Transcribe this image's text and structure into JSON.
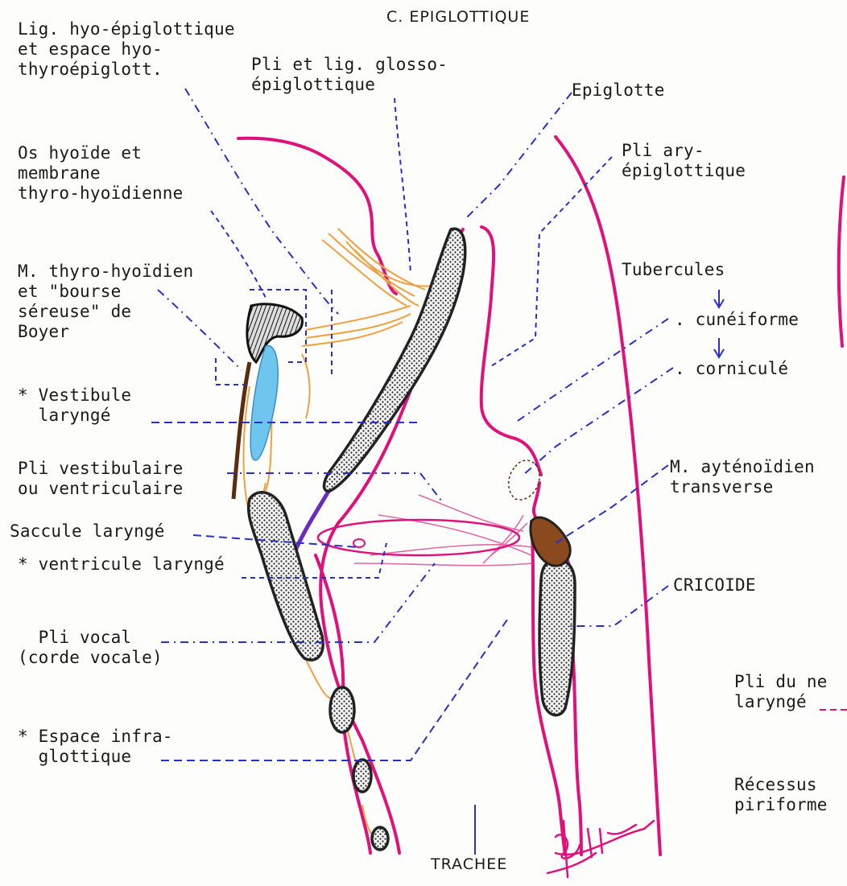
{
  "title": "C. EPIGLOTTIQUE",
  "labels": {
    "lig_hyo_epiglottique": "Lig. hyo-épiglottique\net espace hyo-\nthyroépiglott.",
    "pli_glosso": "Pli et lig. glosso-\népiglottique",
    "epiglotte": "Epiglotte",
    "os_hyoide": "Os hyoïde et\nmembrane\nthyro-hyoïdienne",
    "pli_ary": "Pli ary-\népiglottique",
    "m_thyro_hyoidien": "M. thyro-hyoïdien\net \"bourse\nséreuse\" de\nBoyer",
    "tubercules": "Tubercules",
    "cuneiforme": ". cunéiforme",
    "cornicule": ". corniculé",
    "vestibule": "* Vestibule\n  laryngé",
    "pli_vestibulaire": "Pli vestibulaire\nou ventriculaire",
    "m_aytenoidien": "M. ayténoïdien\ntransverse",
    "saccule": "Saccule laryngé",
    "ventricule": "* ventricule laryngé",
    "cricoide": "CRICOIDE",
    "pli_vocal": "  Pli vocal\n(corde vocale)",
    "pli_nerf": "Pli du ne\nlaryngé",
    "espace_infra": "* Espace infra-\n  glottique",
    "recessus": "Récessus\npiriforme",
    "trachee": "TRACHEE"
  },
  "colors": {
    "mucosa": "#e0117d",
    "ligament": "#f0a040",
    "leader": "#2a2fcc",
    "cartilage_outline": "#222222",
    "cartilage_fill": "#e8e8e8",
    "bursa": "#6ec6ef",
    "muscle": "#e06aa8",
    "arytenoid": "#8a4a1e",
    "vocal_ligament": "#6a2bc0"
  }
}
